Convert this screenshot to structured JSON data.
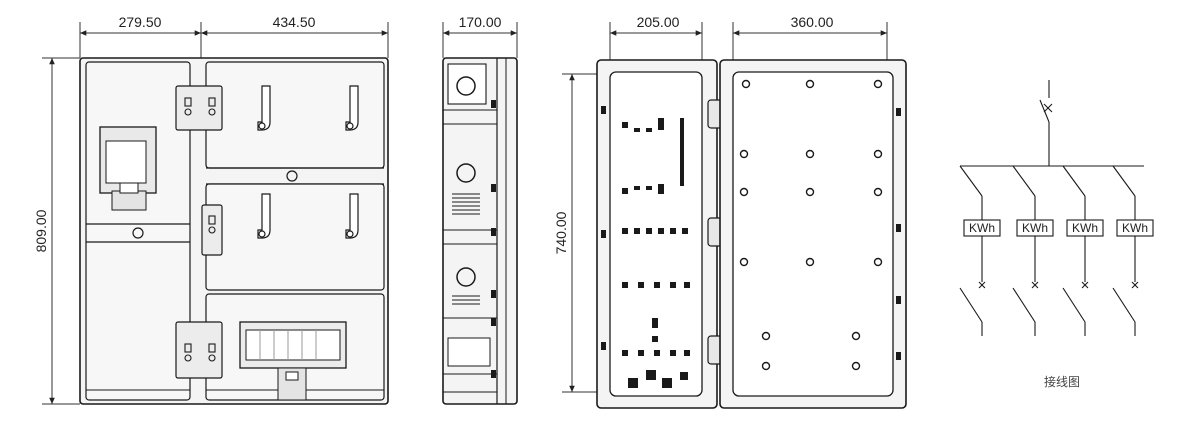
{
  "dimensions": {
    "front_left_width": "279.50",
    "front_right_width": "434.50",
    "front_height": "809.00",
    "side_depth": "170.00",
    "open_left_width": "205.00",
    "open_right_width": "360.00",
    "open_height": "740.00"
  },
  "wiring": {
    "meter_label": "KWh",
    "caption": "接线图",
    "branch_count": 4
  },
  "colors": {
    "line": "#1a1a1a",
    "dimension_line": "#333333",
    "panel_fill": "#f4f4f4",
    "panel_shade": "#e4e4e4",
    "text": "#222222"
  }
}
